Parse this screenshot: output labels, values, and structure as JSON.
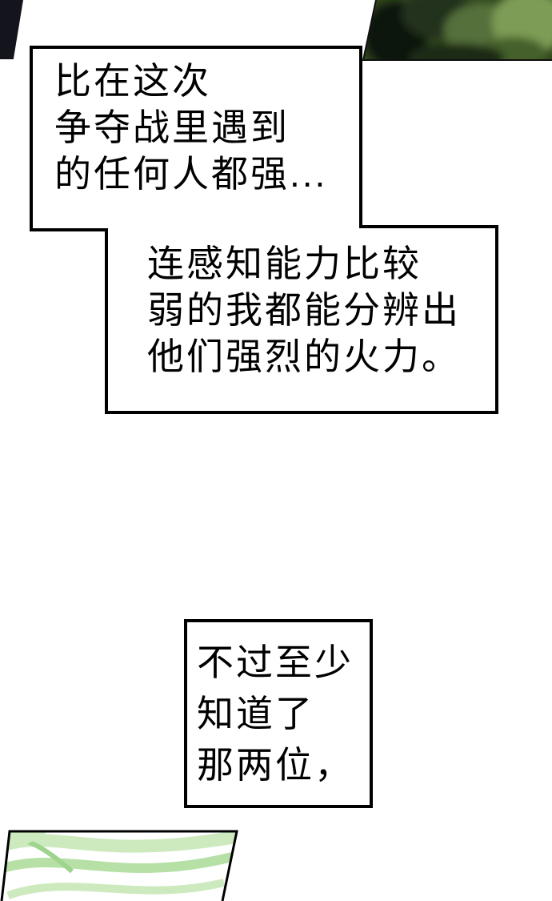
{
  "comic": {
    "bubble1": {
      "lines": [
        "比在这次",
        "争夺战里遇到",
        "的任何人都强..."
      ]
    },
    "bubble2": {
      "lines": [
        "连感知能力比较",
        "弱的我都能分辨出",
        "他们强烈的火力。"
      ]
    },
    "bubble3": {
      "lines": [
        "不过至少",
        "知道了",
        "那两位，"
      ]
    }
  },
  "colors": {
    "paper": "#ffffff",
    "ink": "#000000",
    "top_left_fragment": "#14141c",
    "photo_base_green": "#33491f",
    "photo_dark_figure": "#10150c",
    "photo_light_green": "#7d9c55",
    "hair_green_light": "#cdeabe",
    "hair_green_mid": "#b7e0a6",
    "hair_green_deep": "#9ed48d"
  }
}
